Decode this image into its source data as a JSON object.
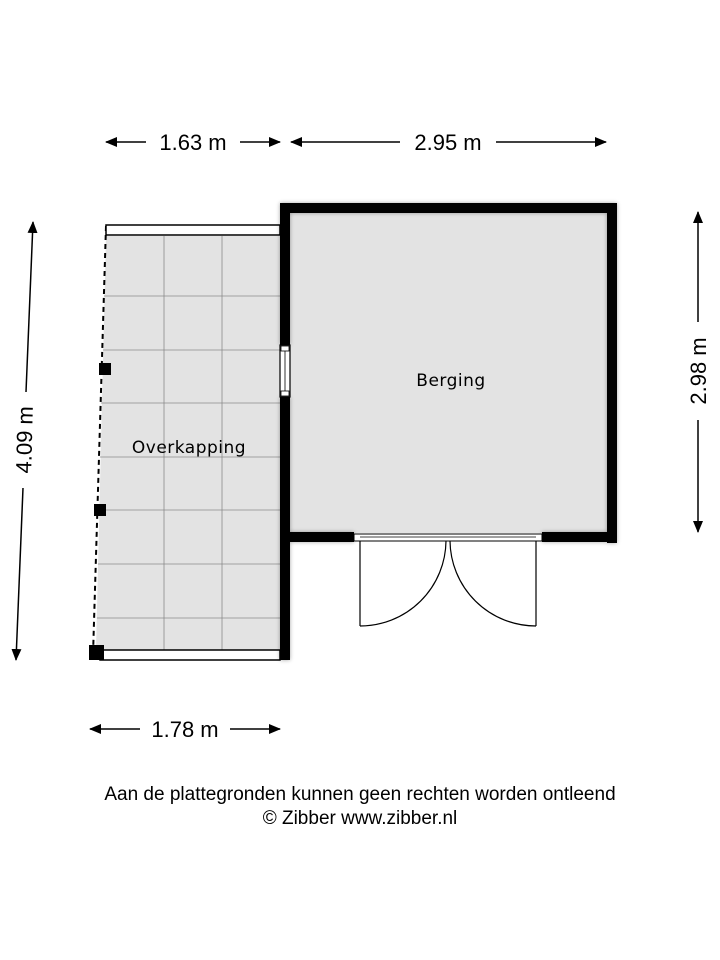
{
  "dimensions": {
    "top_left": "1.63 m",
    "top_right": "2.95 m",
    "left": "4.09 m",
    "right": "2.98 m",
    "bottom": "1.78 m"
  },
  "rooms": {
    "overkapping": "Overkapping",
    "berging": "Berging"
  },
  "footer": {
    "disclaimer": "Aan de plattegronden kunnen geen rechten worden ontleend",
    "copyright": "© Zibber www.zibber.nl"
  },
  "colors": {
    "wall": "#000000",
    "floor": "#e3e3e3",
    "grid": "#8a8a8a"
  }
}
